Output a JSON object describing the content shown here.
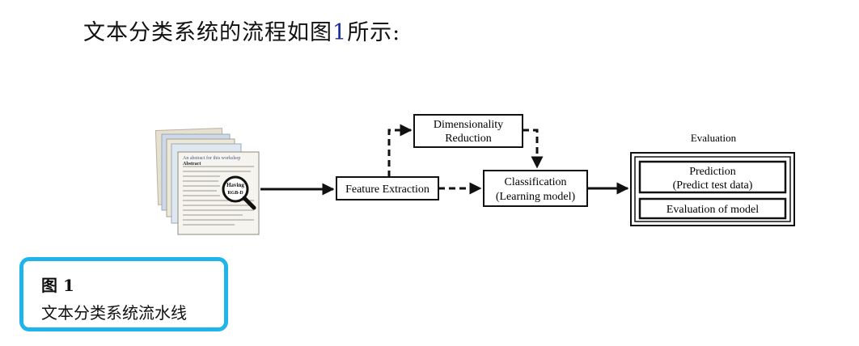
{
  "intro": {
    "text_before": "文本分类系统的流程如图",
    "figure_ref": "1",
    "text_after": "所示:"
  },
  "diagram": {
    "doc_stack_texts": [
      "An abstract for this workshop",
      "Abstract",
      "Having",
      "RGB-D"
    ],
    "feature_extraction": "Feature Extraction",
    "dimensionality_reduction": [
      "Dimensionality",
      "Reduction"
    ],
    "classification": [
      "Classification",
      "(Learning model)"
    ],
    "evaluation_title": "Evaluation",
    "prediction": [
      "Prediction",
      "(Predict test data)"
    ],
    "evaluation_of_model": "Evaluation of model"
  },
  "caption": {
    "label": "图 1",
    "text": "文本分类系统流水线"
  }
}
